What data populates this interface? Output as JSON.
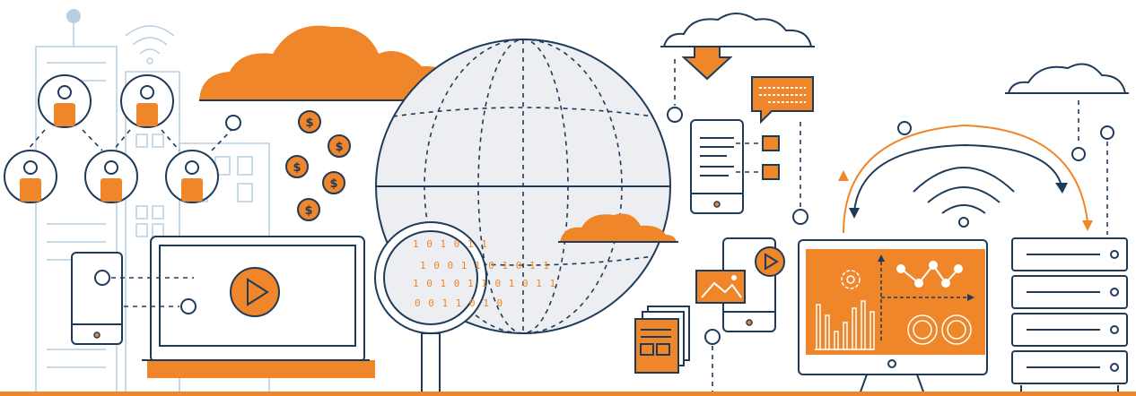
{
  "colors": {
    "navy": "#1f3b5a",
    "orange": "#f0862a",
    "light_blue": "#b9cfe0",
    "globe_fill": "#eceef1",
    "white": "#ffffff"
  },
  "icons": [
    "building-icon",
    "wifi-icon",
    "user-avatar-icon",
    "cloud-icon",
    "dollar-coin-icon",
    "globe-icon",
    "magnifier-icon",
    "laptop-icon",
    "play-icon",
    "phone-icon",
    "tablet-icon",
    "chat-bubble-icon",
    "download-arrow-icon",
    "image-icon",
    "document-icon",
    "monitor-icon",
    "gear-icon",
    "bar-chart-icon",
    "server-rack-icon",
    "sync-arrow-icon"
  ],
  "text": {
    "coin_symbol": "$",
    "binary_lines": [
      "1 0 1 0 1 1",
      "1 0 0 1 1 0 1 0 1 1",
      "1 0 1 0 1 1 0 1 0 1 1",
      "0 0 1 1 0 1 0"
    ]
  }
}
